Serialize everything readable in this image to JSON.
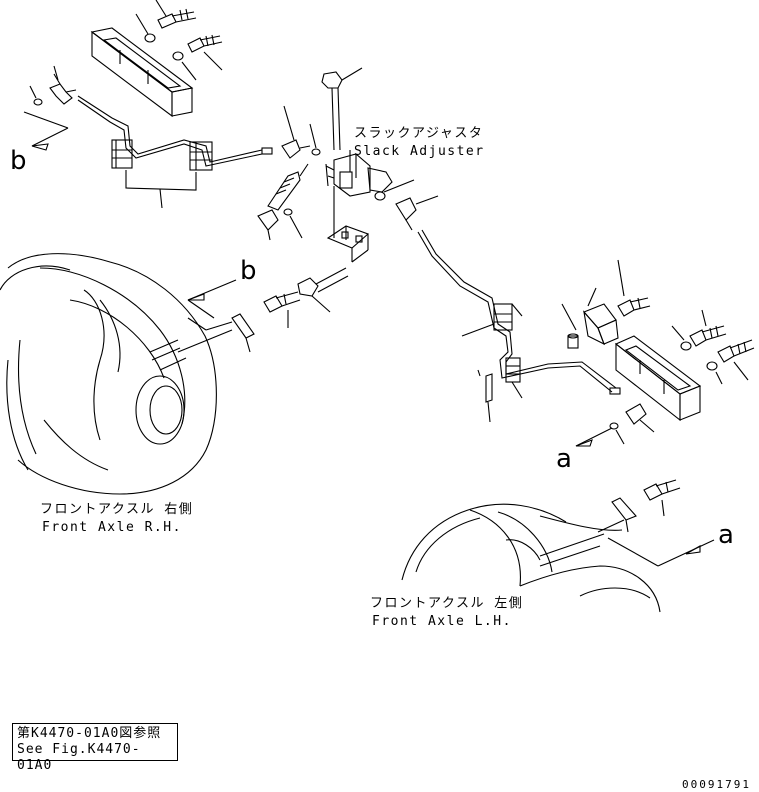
{
  "labels": {
    "slack_adjuster_jp": "スラックアジャスタ",
    "slack_adjuster_en": "Slack Adjuster",
    "front_axle_rh_jp": "フロントアクスル 右側",
    "front_axle_rh_en": "Front Axle R.H.",
    "front_axle_lh_jp": "フロントアクスル 左側",
    "front_axle_lh_en": "Front Axle L.H.",
    "callout_a": "a",
    "callout_b": "b"
  },
  "reference": {
    "line1": "第K4470-01A0図参照",
    "line2": "See Fig.K4470-01A0"
  },
  "drawing_code": "00091791"
}
